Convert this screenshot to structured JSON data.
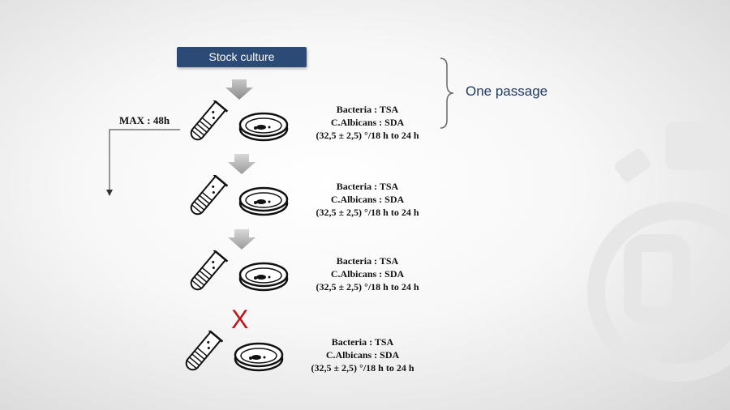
{
  "stock_culture": "Stock culture",
  "one_passage": "One passage",
  "max_time": "MAX : 48h",
  "x_mark": "X",
  "rows": [
    {
      "bacteria": "Bacteria : TSA",
      "albicans": "C.Albicans : SDA",
      "condition": "(32,5 ± 2,5) °/18 h to 24 h"
    },
    {
      "bacteria": "Bacteria : TSA",
      "albicans": "C.Albicans : SDA",
      "condition": "(32,5 ± 2,5) °/18 h to 24 h"
    },
    {
      "bacteria": "Bacteria : TSA",
      "albicans": "C.Albicans : SDA",
      "condition": "(32,5 ± 2,5) °/18 h to 24 h"
    },
    {
      "bacteria": "Bacteria : TSA",
      "albicans": "C.Albicans : SDA",
      "condition": "(32,5 ± 2,5) °/18 h to 24 h"
    }
  ],
  "icons": [
    "test-tube-icon",
    "petri-dish-icon",
    "down-arrow-icon",
    "curly-brace",
    "cross-mark"
  ],
  "colors": {
    "stock_box": "#2b4a75",
    "passage_text": "#1f3b63",
    "x_mark": "#c0161a",
    "arrow": "#8f8f8f"
  }
}
